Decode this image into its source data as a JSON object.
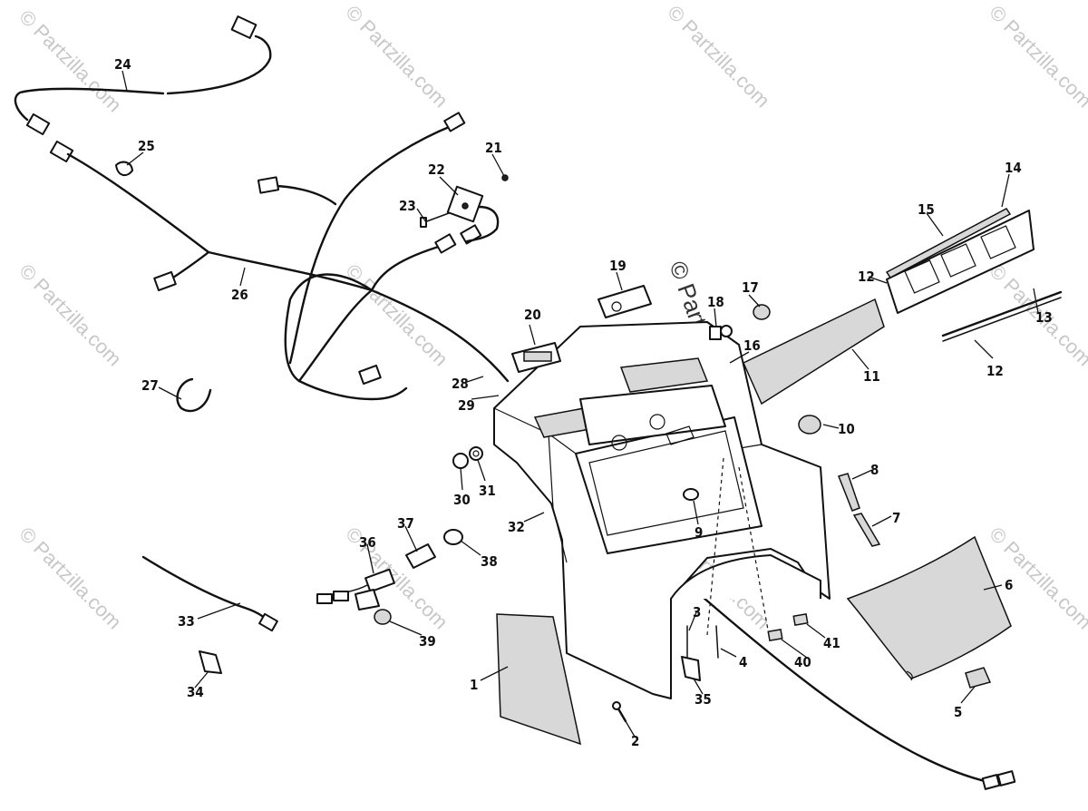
{
  "watermark": {
    "text": "© Partzilla.com"
  },
  "callouts": [
    "1",
    "2",
    "3",
    "4",
    "5",
    "6",
    "7",
    "8",
    "9",
    "10",
    "11",
    "12",
    "12",
    "13",
    "14",
    "15",
    "16",
    "17",
    "18",
    "19",
    "20",
    "21",
    "22",
    "23",
    "24",
    "25",
    "26",
    "27",
    "28",
    "29",
    "30",
    "31",
    "32",
    "33",
    "34",
    "35",
    "36",
    "37",
    "38",
    "39",
    "40",
    "41"
  ]
}
